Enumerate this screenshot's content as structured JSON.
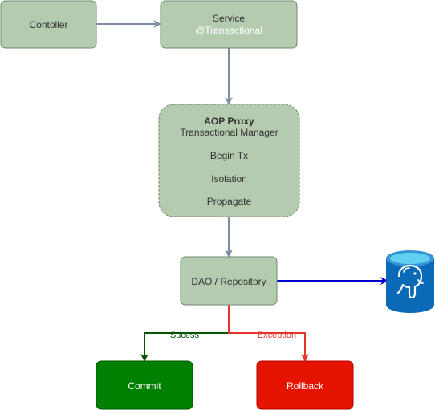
{
  "colors": {
    "box_fill": "#b5cbb0",
    "box_stroke": "#6f8a6a",
    "arrow_gray": "#7f8ca3",
    "arrow_blue": "#0000cc",
    "arrow_green": "#005700",
    "arrow_red": "#e5352b",
    "commit_fill": "#008000",
    "rollback_fill": "#e51400",
    "db_blue": "#0b6ab8",
    "db_top": "#5fd0ef"
  },
  "nodes": {
    "controller": {
      "label": "Contoller"
    },
    "service": {
      "label": "Service",
      "annotation": "@Transactional"
    },
    "aop_proxy": {
      "title": "AOP Proxy",
      "subtitle": "Transactional Manager",
      "items": [
        "Begin Tx",
        "Isolation",
        "Propagate"
      ]
    },
    "dao": {
      "label": "DAO / Repository"
    },
    "commit": {
      "label": "Commit"
    },
    "rollback": {
      "label": "Rollback"
    },
    "database": {
      "icon": "postgresql-elephant-icon"
    }
  },
  "edges": {
    "success_label": "Sucess",
    "exception_label": "Exception"
  }
}
